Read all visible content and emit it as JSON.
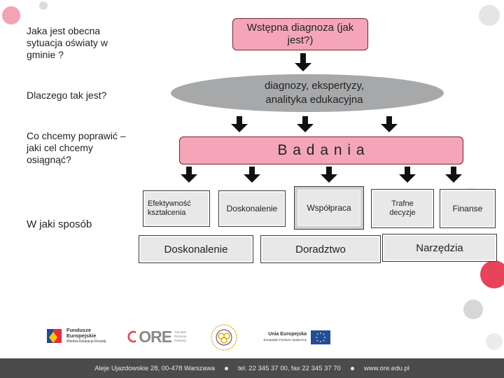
{
  "questions": {
    "q1": "Jaka jest obecna sytuacja oświaty w gminie ?",
    "q2": "Dlaczego tak jest?",
    "q3": "Co chcemy poprawić – jaki cel chcemy osiągnąć?",
    "q4": "W jaki sposób"
  },
  "nodes": {
    "diagnosis": "Wstępna diagnoza (jak jest?)",
    "expertise": "diagnozy, ekspertyzy, analityka edukacyjna",
    "research": "B a d a n i a",
    "r1": "Efektywność kształcenia",
    "r2": "Doskonalenie",
    "r3": "Współpraca",
    "r4": "Trafne decyzje",
    "r5": "Finanse",
    "m1": "Doskonalenie",
    "m2": "Doradztwo",
    "m3": "Narzędzia"
  },
  "logos": {
    "fe_title": "Fundusze Europejskie",
    "fe_sub": "Wiedza Edukacja Rozwój",
    "ore": "ORE",
    "ore_sub": "Ośrodek Rozwoju Edukacji",
    "ue_title": "Unia Europejska",
    "ue_sub": "Europejski Fundusz Społeczny"
  },
  "footer": {
    "address": "Aleje Ujazdowskie 28, 00-478 Warszawa",
    "phone": "tel. 22 345 37 00, fax 22 345 37 70",
    "web": "www.ore.edu.pl"
  },
  "colors": {
    "pink": "#f4a6b8",
    "grey": "#a7a8aa",
    "accent_red": "#e8435a"
  }
}
